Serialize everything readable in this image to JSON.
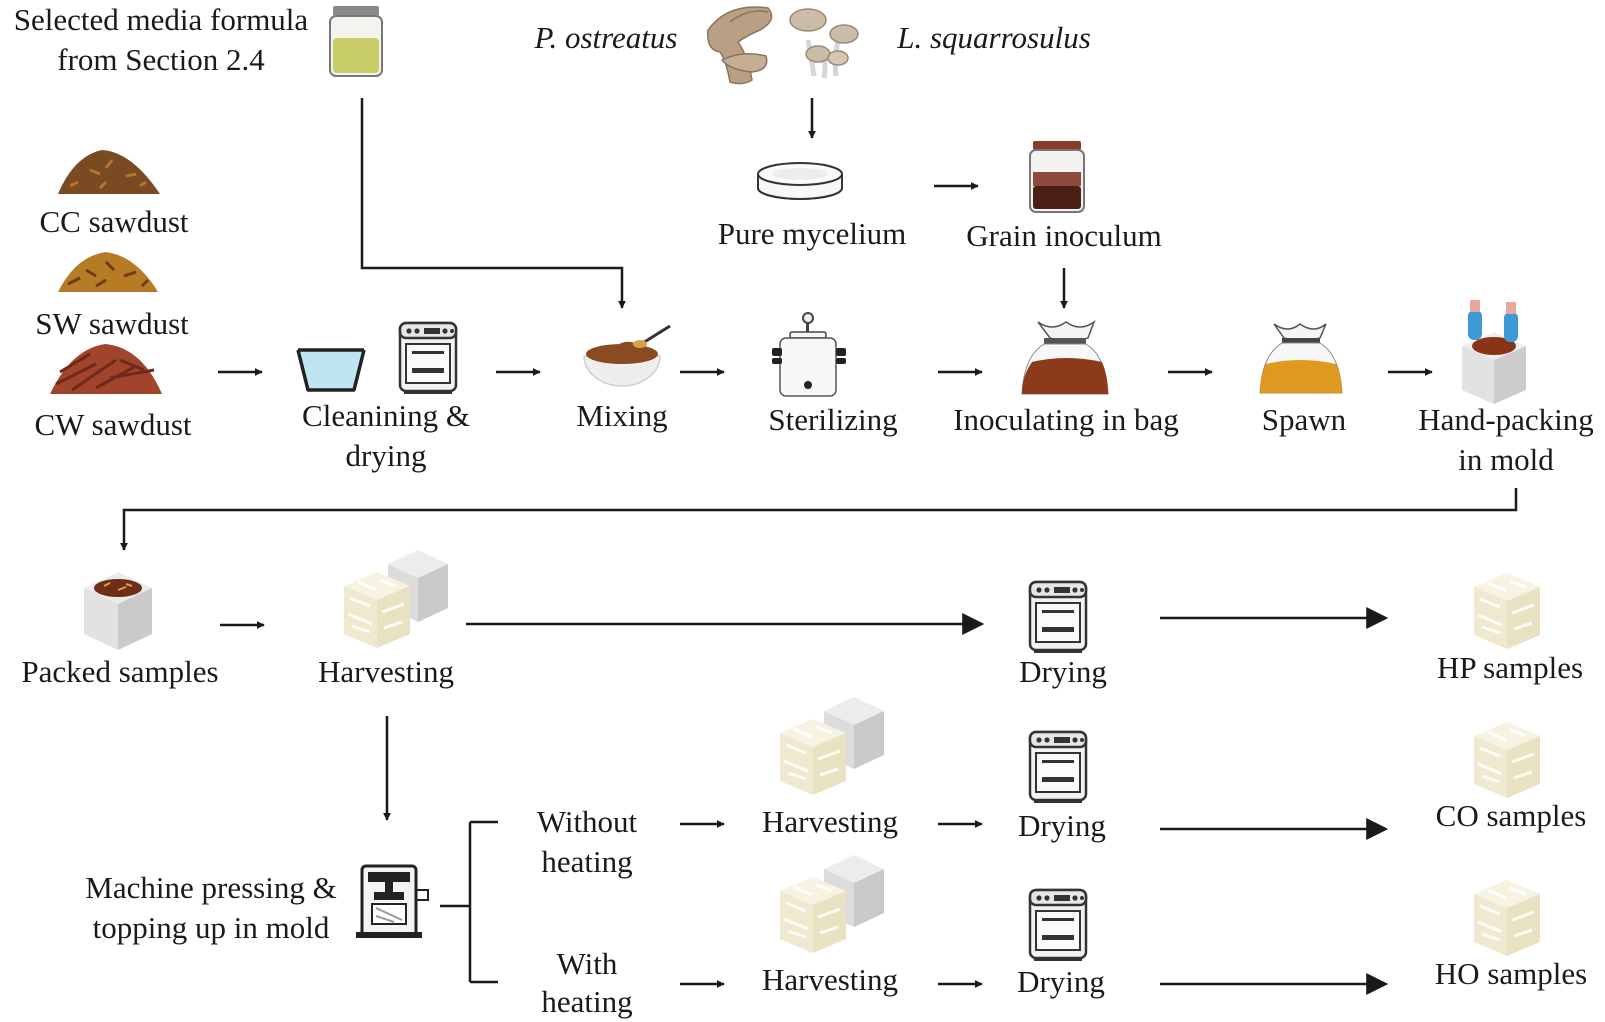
{
  "inputs": {
    "media_formula_line1": "Selected media formula",
    "media_formula_line2": "from Section 2.4",
    "species_1": "P. ostreatus",
    "species_2": "L. squarrosulus",
    "cc_sawdust": "CC sawdust",
    "sw_sawdust": "SW sawdust",
    "cw_sawdust": "CW sawdust"
  },
  "steps": {
    "pure_mycelium": "Pure mycelium",
    "grain_inoculum": "Grain inoculum",
    "cleaning_line1": "Cleanining &",
    "cleaning_line2": "drying",
    "mixing": "Mixing",
    "sterilizing": "Sterilizing",
    "inoculating": "Inoculating in bag",
    "spawn": "Spawn",
    "hand_packing_line1": "Hand-packing",
    "hand_packing_line2": "in mold",
    "packed_samples": "Packed samples",
    "harvesting": "Harvesting",
    "drying": "Drying",
    "machine_pressing_line1": "Machine pressing &",
    "machine_pressing_line2": "topping up in mold",
    "without_heating_line1": "Without",
    "without_heating_line2": "heating",
    "with_heating_line1": "With",
    "with_heating_line2": "heating"
  },
  "outputs": {
    "hp": "HP samples",
    "co": "CO samples",
    "ho": "HO samples"
  }
}
